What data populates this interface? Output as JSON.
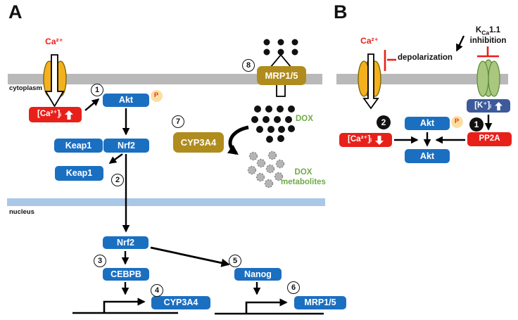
{
  "panels": {
    "a": "A",
    "b": "B"
  },
  "regions": {
    "cytoplasm": "cytoplasm",
    "nucleus": "nucleus"
  },
  "molecules": {
    "akt": "Akt",
    "keap1": "Keap1",
    "nrf2": "Nrf2",
    "cebpb": "CEBPB",
    "cyp3a4": "CYP3A4",
    "nanog": "Nanog",
    "mrp15": "MRP1/5",
    "pp2a": "PP2A"
  },
  "ions": {
    "ca_extracellular": "Ca²⁺",
    "ca_intracellular": "[Ca²⁺]ᵢ",
    "k_intracellular": "[K⁺]ᵢ"
  },
  "phospho_label": "P",
  "steps_a": [
    "1",
    "2",
    "3",
    "4",
    "5",
    "6",
    "7",
    "8"
  ],
  "steps_b": [
    "1",
    "2"
  ],
  "annotations": {
    "depolarization": "depolarization",
    "kca_base": "K",
    "kca_sub": "Ca",
    "kca_number": "1.1",
    "kca_inhibition": "inhibition",
    "dox": "DOX",
    "metabolites_line1": "DOX",
    "metabolites_line2": "metabolites"
  },
  "icons": {
    "increase": "block-arrow-up",
    "decrease": "block-arrow-down",
    "influx": "open-arrow-down-through-channel",
    "efflux": "open-arrow-up-through-transporter"
  },
  "colors": {
    "protein_blue": "#1b6fc1",
    "signal_red": "#e8201a",
    "enzyme_olive": "#b08c1e",
    "potassium_navy": "#3d5a9a",
    "membrane_gray": "#b9b9b9",
    "nuclear_membrane_blue": "#a9c7e7",
    "channel_yellow": "#f2b11d",
    "channel_green": "#a9c77e",
    "dox_text_green": "#6faa47",
    "phospho_badge": "#fbdfa2"
  }
}
